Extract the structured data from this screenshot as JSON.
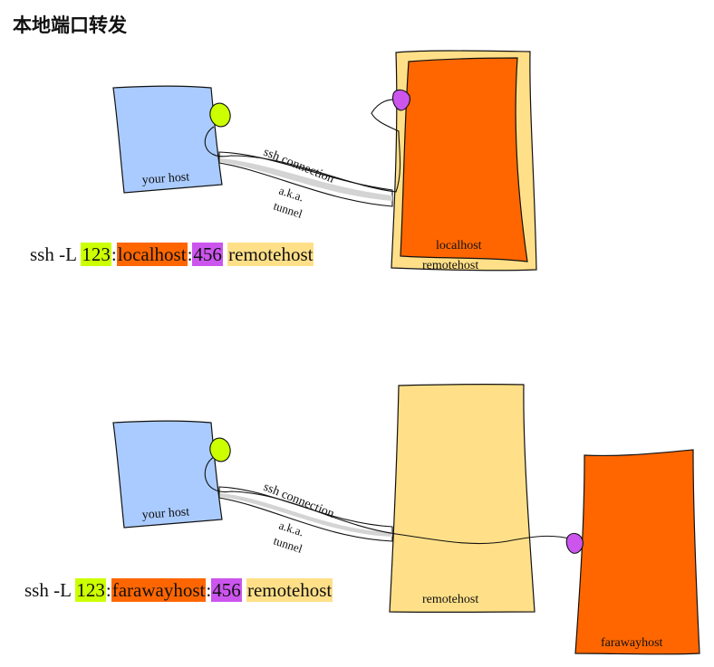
{
  "title": "本地端口转发",
  "colors": {
    "your_host_fill": "#aacbff",
    "local_port_fill": "#ccff00",
    "remote_port_fill": "#cc55ee",
    "localhost_fill": "#ff6600",
    "remotehost_fill": "#ffe088",
    "farawayhost_fill": "#ff6600"
  },
  "diagram1": {
    "your_host_label": "your host",
    "connection_label": "ssh connection",
    "aka_label": "a.k.a.",
    "tunnel_label": "tunnel",
    "localhost_label": "localhost",
    "remotehost_label": "remotehost",
    "command": {
      "prefix": "ssh -L ",
      "local_port": "123",
      "sep1": ":",
      "target_host": "localhost",
      "sep2": ":",
      "target_port": "456",
      "space": " ",
      "remote_host": "remotehost"
    }
  },
  "diagram2": {
    "your_host_label": "your host",
    "connection_label": "ssh connection",
    "aka_label": "a.k.a.",
    "tunnel_label": "tunnel",
    "remotehost_label": "remotehost",
    "farawayhost_label": "farawayhost",
    "command": {
      "prefix": "ssh -L ",
      "local_port": "123",
      "sep1": ":",
      "target_host": "farawayhost",
      "sep2": ":",
      "target_port": "456",
      "space": " ",
      "remote_host": "remotehost"
    }
  }
}
